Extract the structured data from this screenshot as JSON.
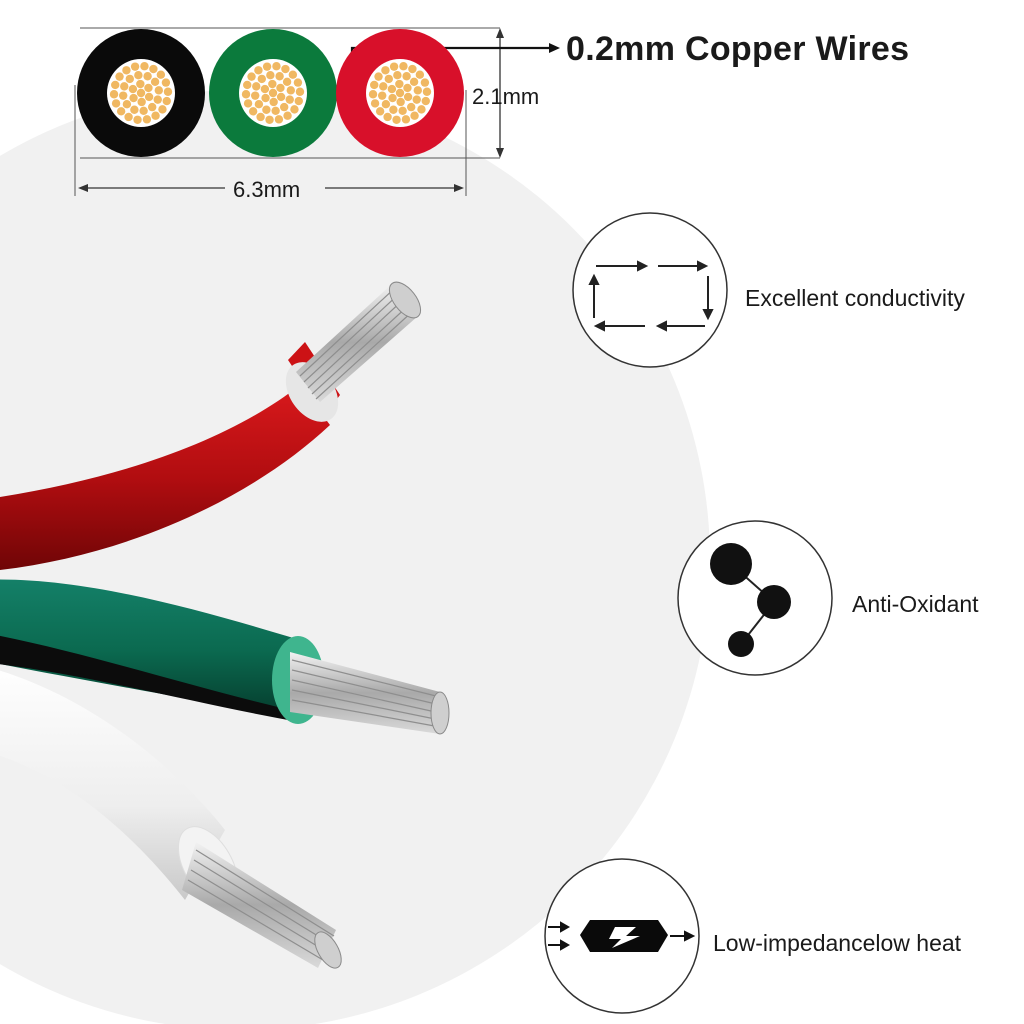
{
  "title": "0.2mm Copper Wires",
  "dimensions": {
    "width_label": "6.3mm",
    "height_label": "2.1mm"
  },
  "cross_section_colors": [
    "#0a0a0a",
    "#0b7a3c",
    "#d8102a"
  ],
  "wire_colors": {
    "red": "#b50d12",
    "green": "#0d6b4f",
    "white": "#f6f6f6",
    "copper_core": "#f0b862",
    "tinned_strands": "#c8c8c8"
  },
  "features": [
    {
      "label": "Excellent conductivity",
      "icon": "circuit-loop-icon"
    },
    {
      "label": "Anti-Oxidant",
      "icon": "molecule-icon"
    },
    {
      "label": "Low-impedancelow heat",
      "icon": "impedance-icon"
    }
  ]
}
